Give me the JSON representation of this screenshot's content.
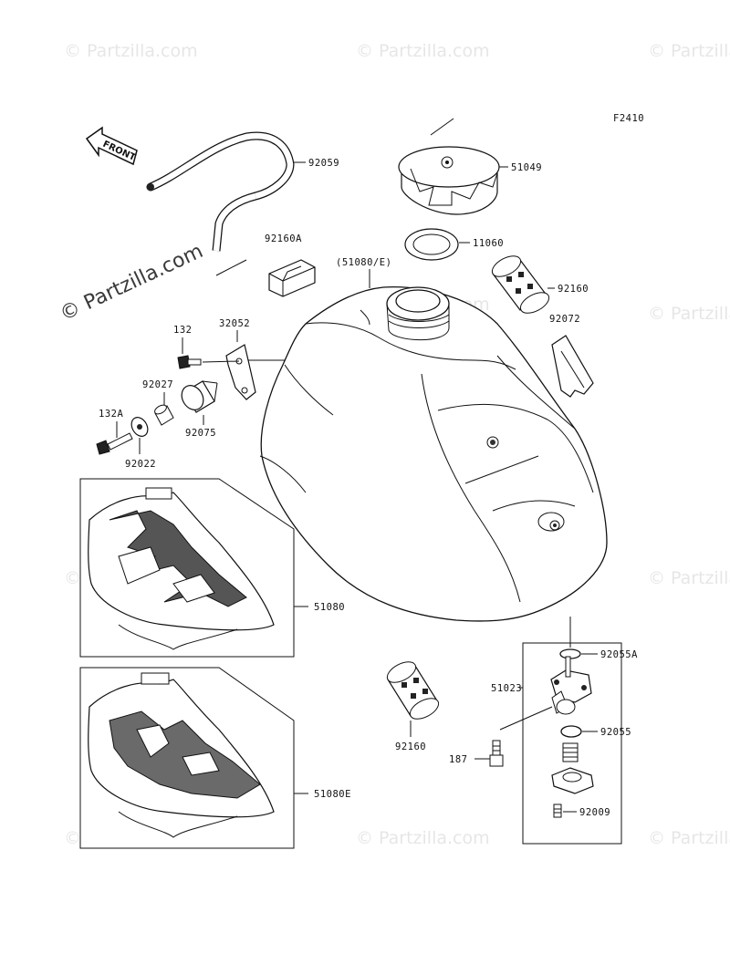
{
  "figure_code": "F2410",
  "front_label": "FRONT",
  "watermarks": {
    "primary": "© Partzilla.com",
    "repeat": "© Partzilla.com"
  },
  "parts": {
    "hose": "92059",
    "cap": "51049",
    "gasket": "11060",
    "damper_a": "92160A",
    "tank_ref": "(51080/E)",
    "damper": "92160",
    "clip": "92072",
    "bolt_132": "132",
    "bracket": "32052",
    "collar": "92027",
    "bolt_132a": "132A",
    "rubber": "92075",
    "washer": "92022",
    "tank_51080": "51080",
    "tank_51080e": "51080E",
    "damper_lower": "92160",
    "cock": "51023",
    "oring_a": "92055A",
    "oring": "92055",
    "screw_187": "187",
    "screw_92009": "92009"
  }
}
